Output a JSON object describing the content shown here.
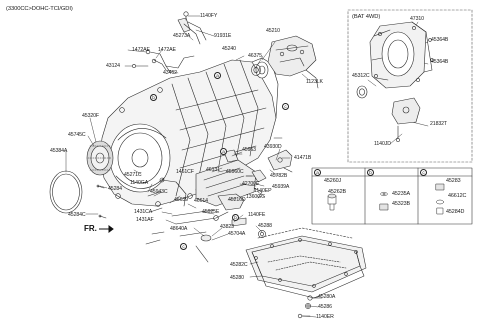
{
  "diagram": {
    "title": "(3300CC>DOHC-TCI/GDI)",
    "bat4wd_title": "(BAT 4WD)",
    "fr_label": "FR.",
    "colors": {
      "line": "#2b2b2b",
      "fill": "#ededed",
      "dash": "#555555",
      "bg": "#ffffff"
    },
    "parts": [
      "1140FY",
      "45273A",
      "91931E",
      "1472AE",
      "1472AE",
      "43462",
      "43124",
      "45210",
      "45240",
      "46375",
      "1123LK",
      "47310",
      "45364B",
      "45364B",
      "45312C",
      "21832T",
      "1140JD",
      "45320F",
      "45745C",
      "45384A",
      "45284",
      "45284C",
      "45271C",
      "1140GA",
      "45963",
      "41471B",
      "43930D",
      "45960C",
      "45782B",
      "46131",
      "1461CF",
      "42700E",
      "1140EP",
      "1360GG",
      "45939A",
      "45943C",
      "46639",
      "46614",
      "45216D",
      "1431CA",
      "1431AF",
      "45925E",
      "1140FE",
      "48640A",
      "43823",
      "45704A",
      "45288",
      "45282C",
      "45280",
      "45280A",
      "45286",
      "1140ER"
    ],
    "legend": {
      "cells": [
        {
          "key": "a",
          "label": "45260J",
          "parts": [
            "45262B"
          ]
        },
        {
          "key": "b",
          "label": "",
          "parts": [
            "45235A",
            "45323B"
          ]
        },
        {
          "key": "c",
          "label": "45283",
          "parts": [
            "46612C",
            "45284D"
          ]
        }
      ]
    },
    "callouts": [
      "a",
      "b",
      "c",
      "a",
      "b",
      "c"
    ]
  }
}
